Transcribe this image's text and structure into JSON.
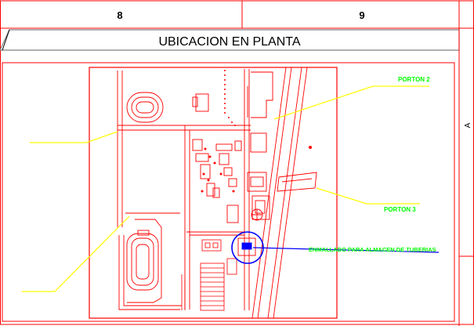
{
  "drawing": {
    "grid_labels": {
      "col8": "8",
      "col9": "9",
      "row": "A"
    },
    "title": "UBICACION EN PLANTA",
    "annotations": {
      "porton2": "PORTON 2",
      "porton3": "PORTON 3",
      "warehouse_note": "ENMALLADO PARA ALMACEN DE TUBERIAS"
    },
    "colors": {
      "red": "#ff0000",
      "yellow": "#ffff00",
      "green": "#00ff00",
      "blue": "#0000ff",
      "black": "#000000",
      "gray": "#808080"
    }
  }
}
